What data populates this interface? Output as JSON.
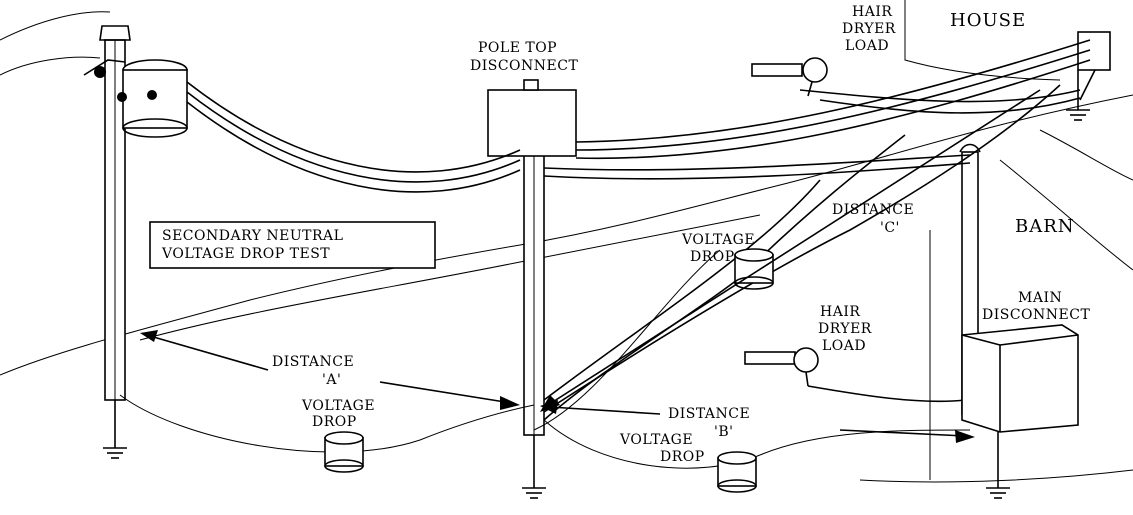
{
  "labels": {
    "pole_top_1": "POLE TOP",
    "pole_top_2": "DISCONNECT",
    "house": "HOUSE",
    "hair_house_1": "HAIR",
    "hair_house_2": "DRYER",
    "hair_house_3": "LOAD",
    "barn": "BARN",
    "distance_c_1": "DISTANCE",
    "distance_c_2": "'C'",
    "test_1": "SECONDARY NEUTRAL",
    "test_2": "VOLTAGE DROP TEST",
    "voltage_mid_1": "VOLTAGE",
    "voltage_mid_2": "DROP",
    "main_1": "MAIN",
    "main_2": "DISCONNECT",
    "hair_barn_1": "HAIR",
    "hair_barn_2": "DRYER",
    "hair_barn_3": "LOAD",
    "distance_a_1": "DISTANCE",
    "distance_a_2": "'A'",
    "voltage_left_1": "VOLTAGE",
    "voltage_left_2": "DROP",
    "distance_b_1": "DISTANCE",
    "distance_b_2": "'B'",
    "voltage_right_1": "VOLTAGE",
    "voltage_right_2": "DROP"
  },
  "colors": {
    "ink": "#000000",
    "background": "#ffffff"
  }
}
